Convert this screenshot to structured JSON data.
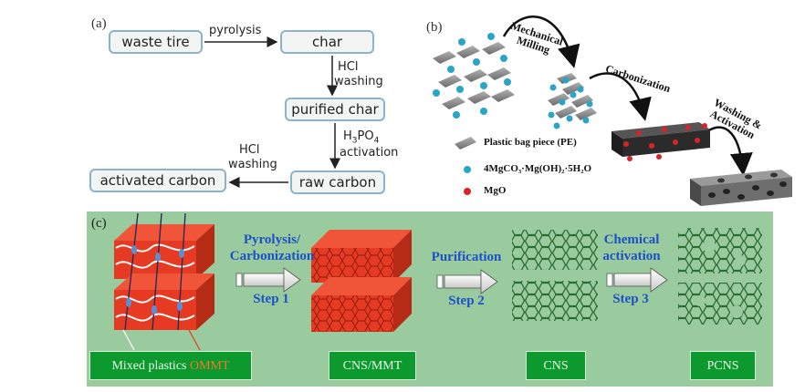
{
  "panel_a": {
    "label": "(a)",
    "nodes": {
      "waste_tire": "waste tire",
      "char": "char",
      "purified_char": "purified char",
      "raw_carbon": "raw carbon",
      "activated_carbon": "activated carbon"
    },
    "edges": {
      "pyrolysis": "pyrolysis",
      "hcl_washing_1": [
        "HCl",
        "washing"
      ],
      "h3po4_base": "H",
      "h3po4_sub3": "3",
      "h3po4_po": "PO",
      "h3po4_sub4": "4",
      "activation": "activation",
      "hcl_washing_2": [
        "HCl",
        "washing"
      ]
    }
  },
  "panel_b": {
    "label": "(b)",
    "steps": {
      "mechanical_milling": [
        "Mechanical",
        "Milling"
      ],
      "carbonization": "Carbonization",
      "washing_activation": [
        "Washing &",
        "Activation"
      ]
    },
    "legend": {
      "plastic_bag": "Plastic bag piece (PE)",
      "mgco3": "4MgCO₃·Mg(OH)₂·5H₂O",
      "mgo": "MgO"
    },
    "colors": {
      "pe": "#8a8a8a",
      "mgco3": "#2aa5c8",
      "mgo": "#d8232a"
    }
  },
  "panel_c": {
    "label": "(c)",
    "background": "#9acb9e",
    "steps": [
      {
        "title": [
          "Pyrolysis/",
          "Carbonization"
        ],
        "step": "Step 1"
      },
      {
        "title": [
          "Purification"
        ],
        "step": "Step 2"
      },
      {
        "title": [
          "Chemical",
          "activation"
        ],
        "step": "Step 3"
      }
    ],
    "boxes": {
      "mixed_plastics": "Mixed plastics",
      "ommt": "OMMT",
      "cns_mmt": "CNS/MMT",
      "cns": "CNS",
      "pcns": "PCNS"
    },
    "colors": {
      "clay": "#e63b22",
      "box": "#0c9a2e",
      "hex": "#2b6b34",
      "text_blue": "#1e50c8"
    }
  }
}
